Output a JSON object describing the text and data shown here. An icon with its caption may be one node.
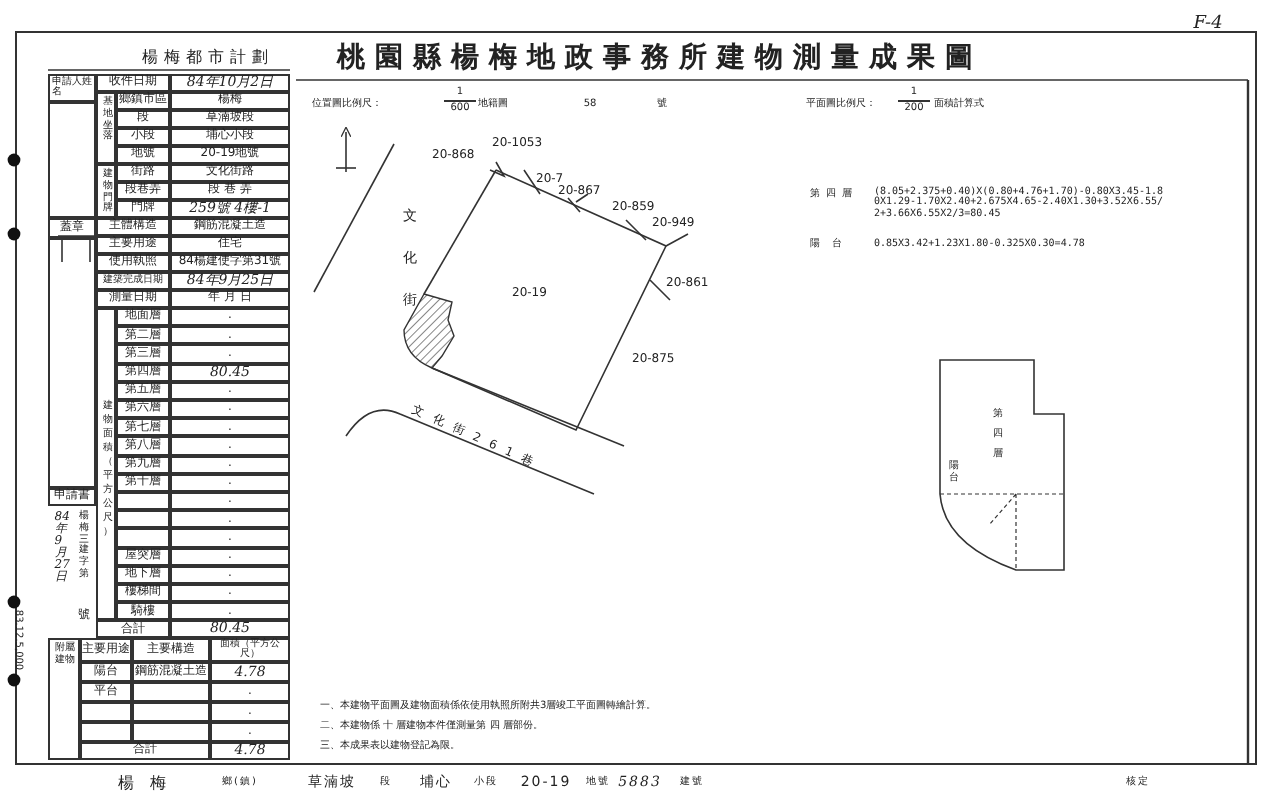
{
  "diagram": {
    "title": "桃園縣楊梅地政事務所建物測量成果圖",
    "labels": [
      "楊梅都市計劃",
      "F-4",
      "申請人姓名",
      "收件日期",
      "84年10月2日",
      "基地坐落",
      "鄉鎮市區",
      "楊梅",
      "段",
      "草湳坡段",
      "小段",
      "埔心小段",
      "地號",
      "20-19地號",
      "建物門牌",
      "街路",
      "文化街路",
      "段巷弄",
      "段 巷 弄",
      "門牌",
      "259號 4樓-1",
      "蓋章",
      "主體構造",
      "鋼筋混凝土造",
      "主要用途",
      "住宅",
      "使用執照",
      "84楊建使字第31號",
      "建築完成日期",
      "84年9月25日",
      "測量日期",
      "年 月 日",
      "建物面積（平方公尺）",
      "地面層",
      ".",
      "第二層",
      ".",
      "第三層",
      ".",
      "第四層",
      "80.45",
      "第五層",
      ".",
      "第六層",
      ".",
      "第七層",
      ".",
      "第八層",
      ".",
      "第九層",
      ".",
      "第十層",
      ".",
      ".",
      ".",
      ".",
      "屋突層",
      ".",
      "地下層",
      ".",
      "樓梯間",
      ".",
      "騎樓",
      ".",
      "合計",
      "80.45",
      "申請書",
      "84年9月27日",
      "楊梅三建字第",
      "號",
      "附屬建物",
      "主要用途",
      "主要構造",
      "面積（平方公尺）",
      "陽台",
      "鋼筋混凝土造",
      "4.78",
      "平台",
      ".",
      ".",
      ".",
      "合計",
      "4.78",
      "83.12.5,000",
      "位置圖比例尺：",
      "1",
      "600",
      "地籍圖",
      "58",
      "號",
      "20-868",
      "20-1053",
      "20-7",
      "20-867",
      "20-859",
      "20-949",
      "20-861",
      "20-875",
      "20-19",
      "文化街",
      "文化街261巷",
      "平面圖比例尺：",
      "1",
      "200",
      "面積計算式",
      "第四層",
      "(8.05+2.375+0.40)X(0.80+4.76+1.70)-0.80X3.45-1.80X1.29-1.70X2.40+2.675X4.65-2.40X1.30+3.52X6.55/2+3.66X6.55X2/3=80.45",
      "陽台",
      "0.85X3.42+1.23X1.80-0.325X0.30=4.78",
      "第四層",
      "陽台",
      "一、本建物平面圖及建物面積係依使用執照所附共3層竣工平面圖轉繪計算。",
      "二、本建物係 十 層建物本件僅測量第 四 層部份。",
      "三、本成果表以建物登記為限。",
      "楊梅",
      "鄉(鎮)",
      "草湳坡",
      "段",
      "埔心",
      "小段",
      "20-19",
      "地號",
      "5883",
      "建號",
      "核定"
    ]
  }
}
